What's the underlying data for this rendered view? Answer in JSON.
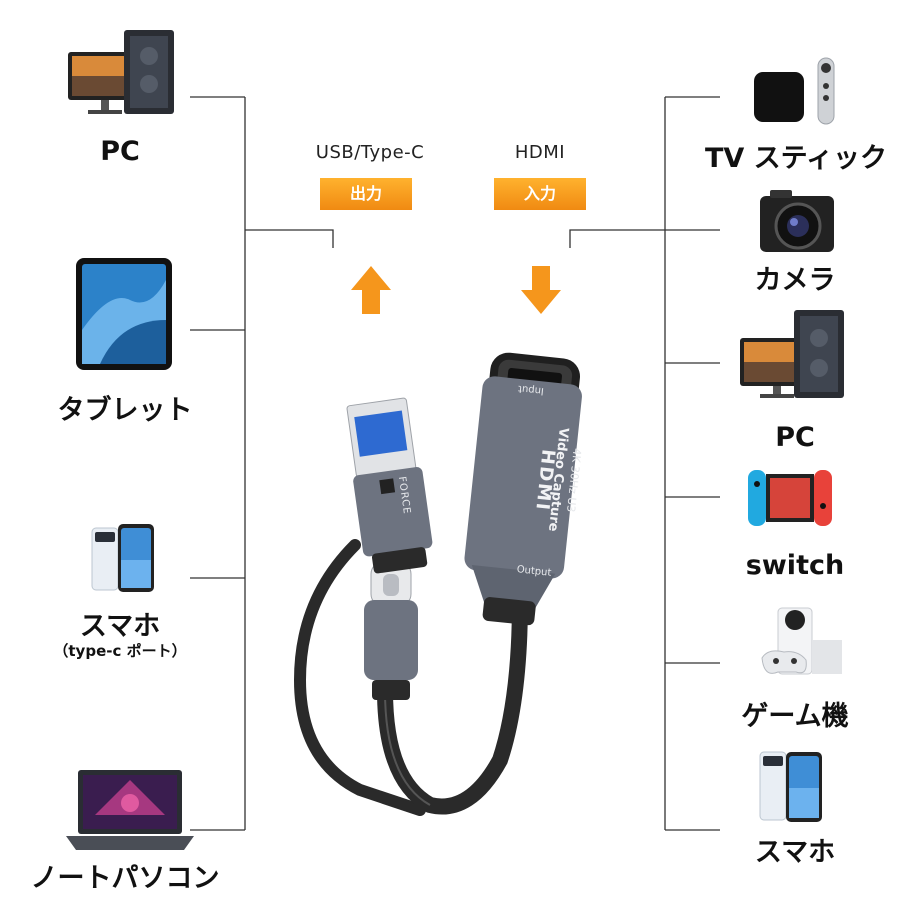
{
  "left_devices": [
    {
      "label": "PC"
    },
    {
      "label": "タブレット"
    },
    {
      "label": "スマホ",
      "sublabel": "（type-c ポート）"
    },
    {
      "label": "ノートパソコン"
    }
  ],
  "right_devices": [
    {
      "label": "TV スティック"
    },
    {
      "label": "カメラ"
    },
    {
      "label": "PC"
    },
    {
      "label": "switch"
    },
    {
      "label": "ゲーム機"
    },
    {
      "label": "スマホ"
    }
  ],
  "output_port": {
    "header": "USB/Type-C",
    "tag": "出力"
  },
  "input_port": {
    "header": "HDMI",
    "tag": "入力"
  },
  "device_text": {
    "hdmi_logo": "HDMI",
    "product": "Video Capture",
    "spec": "4K 30Hz U3",
    "input_label": "Input",
    "output_label": "Output",
    "brand": "FORCE"
  },
  "colors": {
    "accent": "#f5961c",
    "line": "#333333",
    "adapter": "#6d7380"
  }
}
